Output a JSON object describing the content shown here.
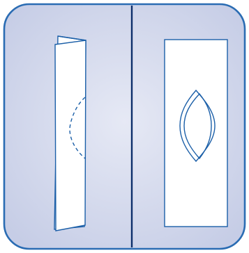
{
  "figure": {
    "panel_count": 2,
    "colors": {
      "background": "#ffffff",
      "panel_gradient_center": "#e6e9f5",
      "panel_gradient_edge": "#c6cde6",
      "frame_stroke": "#2a6cb3",
      "divider": "#0d2f6b",
      "shape_stroke": "#1b5fa8",
      "paper_fill": "#ffffff"
    },
    "panels": [
      {
        "id": "left",
        "content": "folded-paper-with-half-lens-outline",
        "half_lens_outline_style": "dashed"
      },
      {
        "id": "right",
        "content": "unfolded-paper-with-lens-cutout",
        "lens_outline_style": "double"
      }
    ]
  }
}
